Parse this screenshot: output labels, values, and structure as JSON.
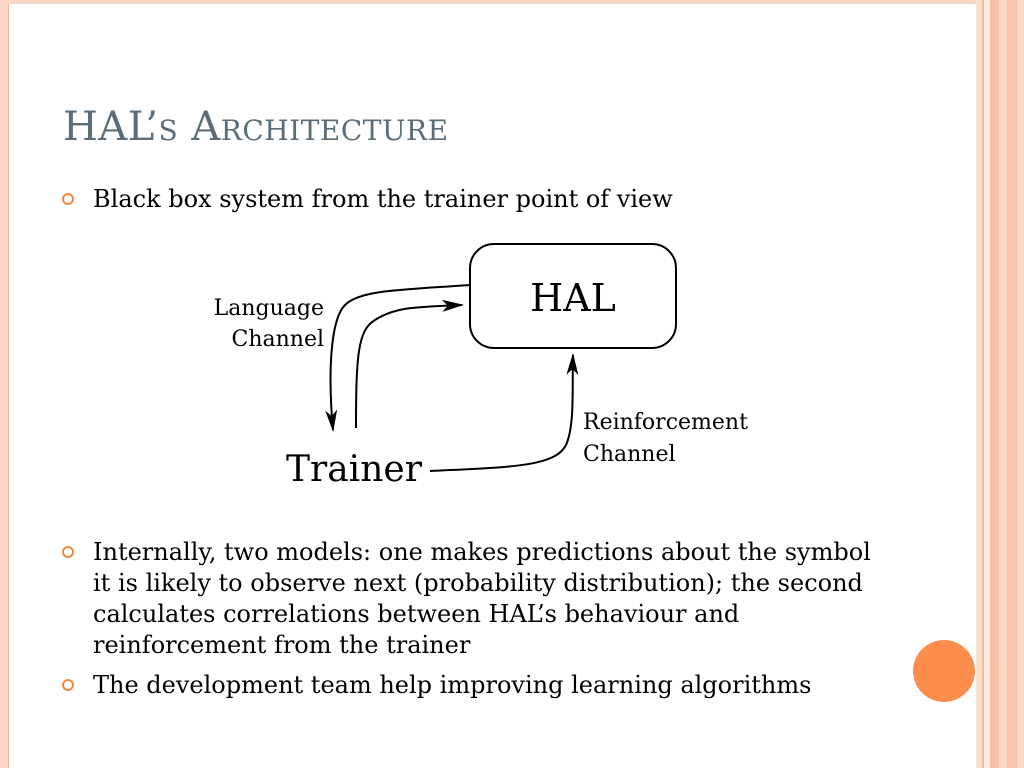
{
  "slide": {
    "title": "HAL’s Architecture",
    "bullets": [
      "Black box system from the trainer point of view",
      "Internally, two models: one makes predictions about the symbol it is likely to observe next (probability distribution); the second calculates correlations between HAL’s behaviour and reinforcement from the trainer",
      "The development team help improving learning algorithms"
    ]
  },
  "diagram": {
    "hal_label": "HAL",
    "trainer_label": "Trainer",
    "language_channel": [
      "Language",
      "Channel"
    ],
    "reinforcement_channel": [
      "Reinforcement",
      "Channel"
    ]
  },
  "colors": {
    "accent": "#f28a3e",
    "title": "#5b6d78",
    "circle": "#fd8d4c",
    "edge": "#f9d5c5"
  }
}
